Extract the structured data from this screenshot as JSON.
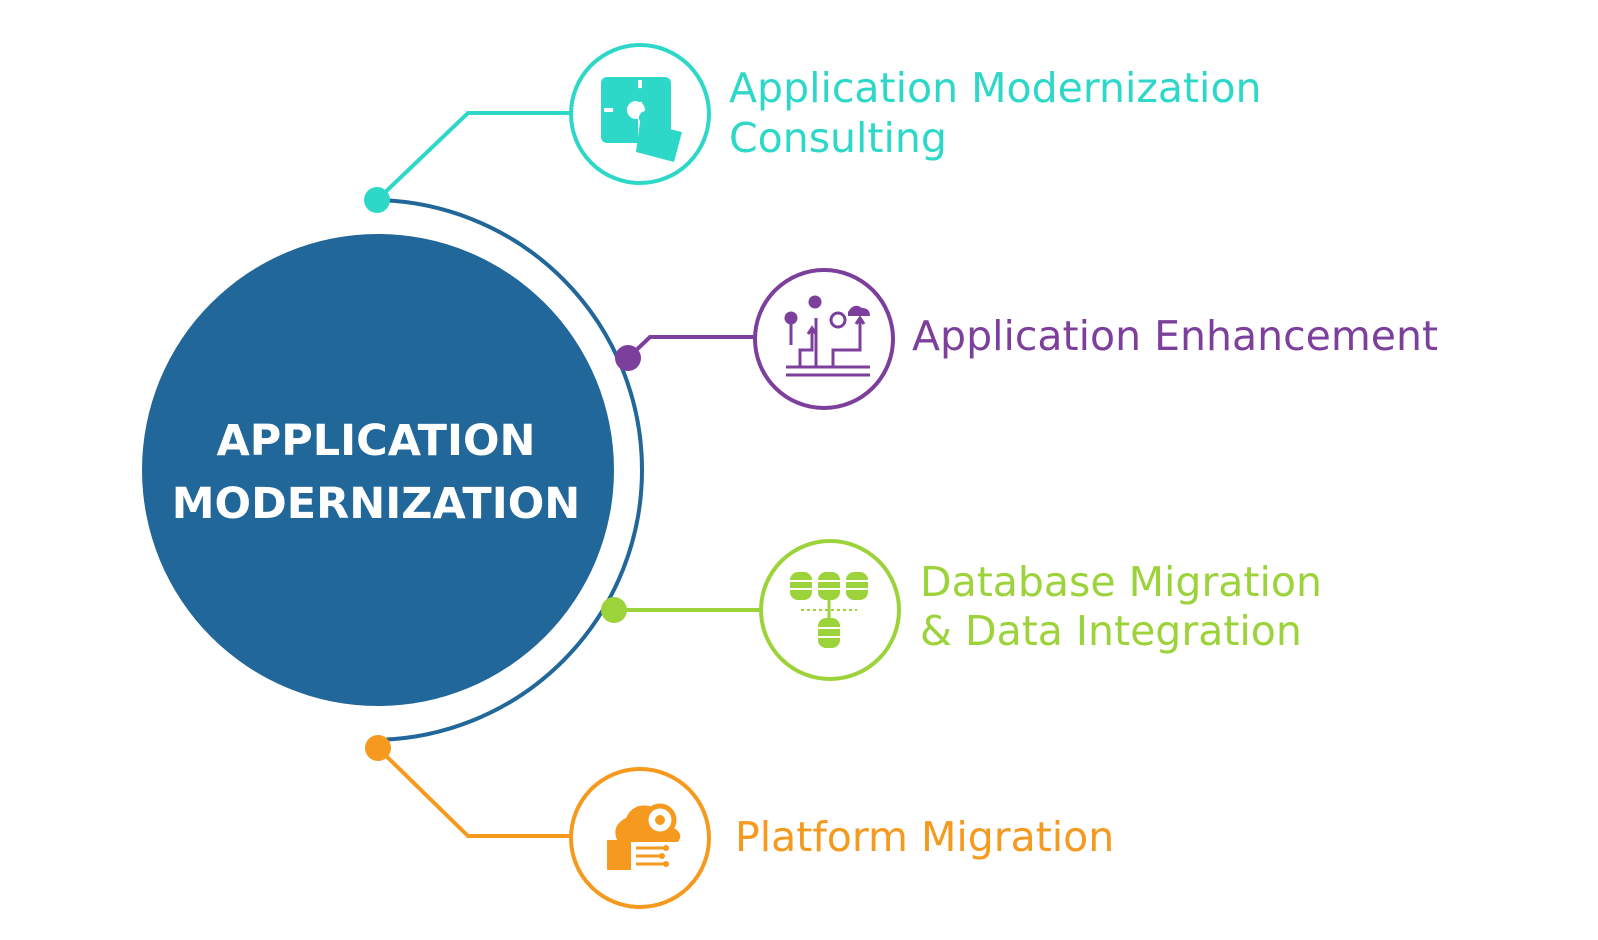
{
  "center": {
    "line1": "APPLICATION",
    "line2": "MODERNIZATION",
    "fill": "#21679A",
    "ring": "#21679A"
  },
  "items": [
    {
      "key": "consulting",
      "lines": [
        "Application Modernization",
        "Consulting"
      ],
      "color": "#2ED8C8",
      "icon": "puzzle-icon"
    },
    {
      "key": "enhancement",
      "lines": [
        "Application Enhancement"
      ],
      "color": "#7D3F9C",
      "icon": "growth-icon"
    },
    {
      "key": "database",
      "lines": [
        "Database Migration",
        "& Data Integration"
      ],
      "color": "#9DD33A",
      "icon": "database-icon"
    },
    {
      "key": "platform",
      "lines": [
        "Platform Migration"
      ],
      "color": "#F59A1E",
      "icon": "cloud-gear-icon"
    }
  ]
}
